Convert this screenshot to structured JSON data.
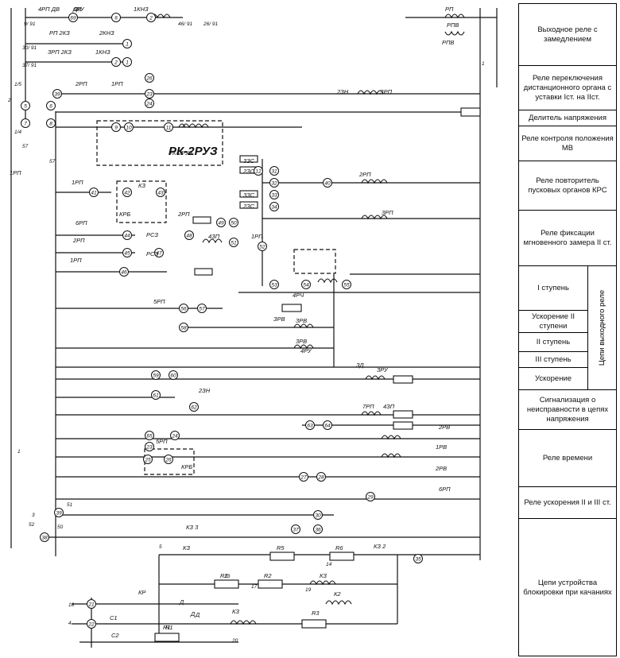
{
  "diagram": {
    "component_labels": [
      "4РП ДВ",
      "6РУ",
      "1КНЗ",
      "РП",
      "РПВ",
      "РПВ",
      "РП 2КЗ",
      "2КНЗ",
      "3РП 2КЗ",
      "1КНЗ",
      "2РП",
      "1РП",
      "1РП",
      "РК-2РУЗ",
      "2ЗН",
      "3ЗС",
      "3ЗС",
      "2РП",
      "3РП",
      "1РП",
      "6РП",
      "2РП",
      "1РП",
      "КРБ",
      "КЗ",
      "РСЗ",
      "РСЗ",
      "2РП",
      "4ЗП",
      "5РП",
      "2ЗС",
      "2ЗС",
      "ЗРП",
      "ЗРВ",
      "4РЧ",
      "3РВ",
      "3РВ",
      "4РУ",
      "ЗД",
      "3РУ",
      "2ЗН",
      "7РП",
      "5РП",
      "КРБ",
      "4ЗП",
      "2РВ",
      "1РВ",
      "2РВ",
      "6РП",
      "КЗ 3",
      "Д",
      "Д",
      "КЗ",
      "R5",
      "R6",
      "КЗ 2",
      "R3",
      "R2",
      "КЗ",
      "К2",
      "R1",
      "R3",
      "1РП",
      "КР",
      "С1",
      "С2",
      "Д",
      "КЗ",
      "R1",
      "ДВ"
    ],
    "terminal_labels": [
      "69",
      "6",
      "2",
      "1",
      "2",
      "1",
      "26",
      "39",
      "23",
      "24",
      "5",
      "6",
      "7",
      "8",
      "9",
      "10",
      "11",
      "12",
      "31",
      "32",
      "33",
      "34",
      "40",
      "41",
      "42",
      "43",
      "44",
      "45",
      "46",
      "47",
      "48",
      "49",
      "50",
      "51",
      "52",
      "53",
      "54",
      "55",
      "56",
      "57",
      "58",
      "59",
      "60",
      "61",
      "62",
      "63",
      "64",
      "65",
      "23",
      "24",
      "25",
      "26",
      "27",
      "28",
      "29",
      "30",
      "36",
      "37",
      "38",
      "39",
      "35",
      "21",
      "22"
    ],
    "wire_labels": [
      "9/ 91",
      "26/ 91",
      "30/ 91",
      "37/ 91",
      "46/ 91",
      "2",
      "57",
      "57",
      "1",
      "3",
      "1",
      "1/5",
      "1/4",
      "51",
      "52",
      "50",
      "18",
      "4",
      "5",
      "13",
      "14",
      "17",
      "19",
      "20"
    ]
  },
  "legend": {
    "rows": [
      "Выходное реле с замедлением",
      "Реле переключения дистанционного органа с уставки Iст. на IIст.",
      "Делитель напряжения",
      "Реле контроля положения МВ",
      "Реле повторитель пусковых органов КРС",
      "Реле фиксации мгновенного замера II ст.",
      "I ступень",
      "Ускорение II ступени",
      "II ступень",
      "III ступень",
      "Ускорение",
      "Сигнализация о неисправности в цепях напряжения",
      "Реле времени",
      "Реле ускорения II и III ст.",
      "Цепи устройства блокировки при качаниях"
    ],
    "side_label": "Цепи выходного реле"
  }
}
